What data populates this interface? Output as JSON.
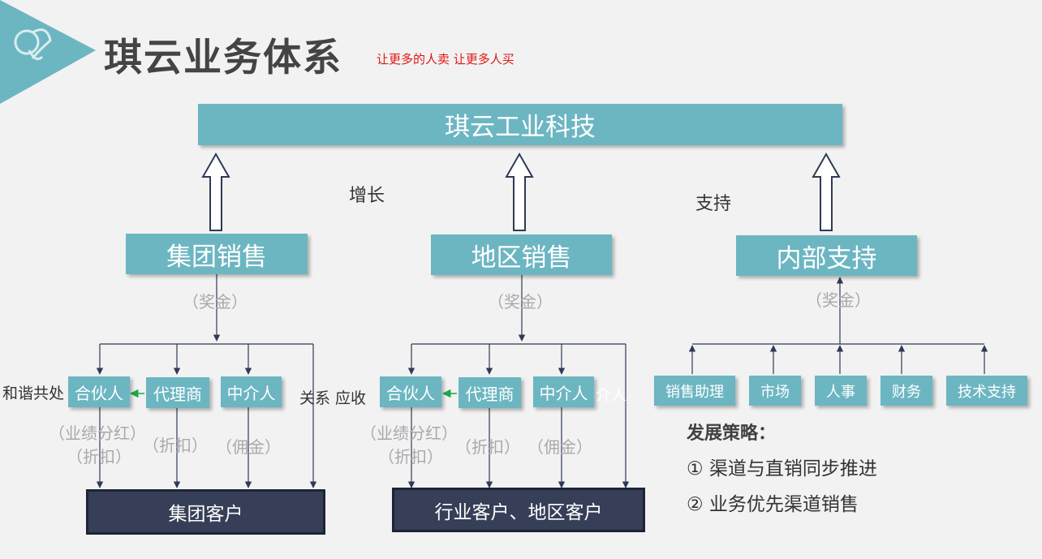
{
  "header": {
    "title": "琪云业务体系",
    "slogan": "让更多的人卖   让更多人买"
  },
  "top_box": "琪云工业科技",
  "labels": {
    "growth": "增长",
    "support": "支持",
    "harmony": "和谐共处",
    "relation_receivable": "关系 应收",
    "cutoff_text": "介人"
  },
  "columns": {
    "group_sales": "集团销售",
    "regional_sales": "地区销售",
    "internal_support": "内部支持"
  },
  "bonus": "（奖金）",
  "partners": {
    "partner": "合伙人",
    "agent": "代理商",
    "intermediary": "中介人"
  },
  "notes": {
    "performance_dividend": "（业绩分红）",
    "discount": "（折扣）",
    "commission": "（佣金）"
  },
  "customers": {
    "group": "集团客户",
    "industry_regional": "行业客户、地区客户"
  },
  "support_units": [
    "销售助理",
    "市场",
    "人事",
    "财务",
    "技术支持"
  ],
  "strategy": {
    "heading": "发展策略：",
    "items": [
      "①  渠道与直销同步推进",
      "②  业务优先渠道销售"
    ]
  },
  "colors": {
    "teal": "#6cb6c2",
    "navy": "#363f57",
    "line": "#2e3a56",
    "green_arrow": "#1aa84a",
    "slogan_red": "#e01515"
  }
}
